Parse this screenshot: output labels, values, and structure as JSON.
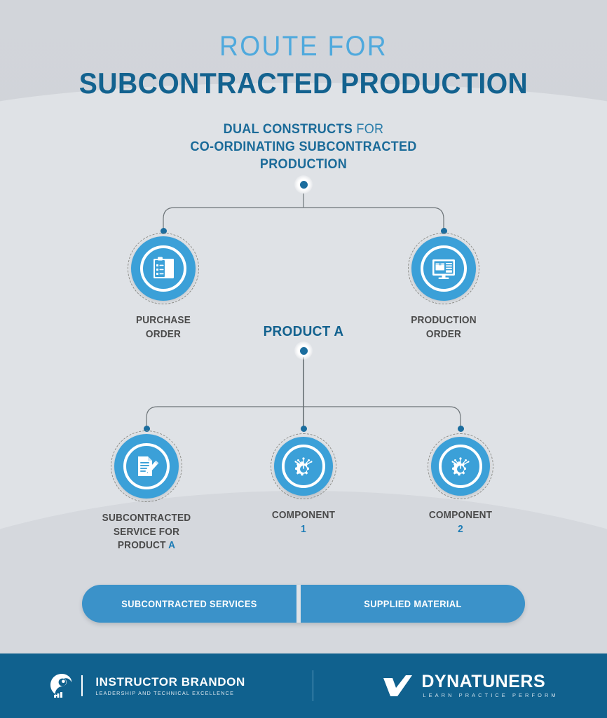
{
  "header": {
    "title_line1": "ROUTE FOR",
    "title_line2": "SUBCONTRACTED PRODUCTION"
  },
  "subtitle": {
    "part_strong_1": "DUAL CONSTRUCTS",
    "part_light_1": " FOR",
    "line2": "CO-ORDINATING SUBCONTRACTED",
    "line3": "PRODUCTION"
  },
  "diagram": {
    "branch_title": "PRODUCT A",
    "tier1": [
      {
        "id": "purchase-order",
        "label_line1": "PURCHASE",
        "label_line2": "ORDER",
        "icon": "clipboard-document-icon"
      },
      {
        "id": "production-order",
        "label_line1": "PRODUCTION",
        "label_line2": "ORDER",
        "icon": "monitor-package-icon"
      }
    ],
    "tier2": [
      {
        "id": "subcontracted-service",
        "label_line1": "SUBCONTRACTED",
        "label_line2": "SERVICE FOR",
        "label_line3": "PRODUCT ",
        "label_accent": "A",
        "icon": "document-pencil-icon"
      },
      {
        "id": "component-1",
        "label_line1": "COMPONENT",
        "label_accent": "1",
        "icon": "gear-circuit-icon"
      },
      {
        "id": "component-2",
        "label_line1": "COMPONENT",
        "label_accent": "2",
        "icon": "gear-circuit-icon"
      }
    ]
  },
  "legend": {
    "items": [
      {
        "label": "SUBCONTRACTED SERVICES"
      },
      {
        "label": "SUPPLIED MATERIAL"
      }
    ]
  },
  "footer": {
    "brand_name": "INSTRUCTOR BRANDON",
    "brand_tagline": "LEADERSHIP AND TECHNICAL EXCELLENCE",
    "partner_name": "DYNATUNERS",
    "partner_tagline": "LEARN PRACTICE PERFORM"
  },
  "colors": {
    "title_light": "#4fa9dd",
    "title_dark": "#13628f",
    "icon_blue": "#3ba0d8",
    "footer_blue": "#10618e",
    "label_gray": "#4a4a4a",
    "node_dot": "#1b6d9e"
  }
}
